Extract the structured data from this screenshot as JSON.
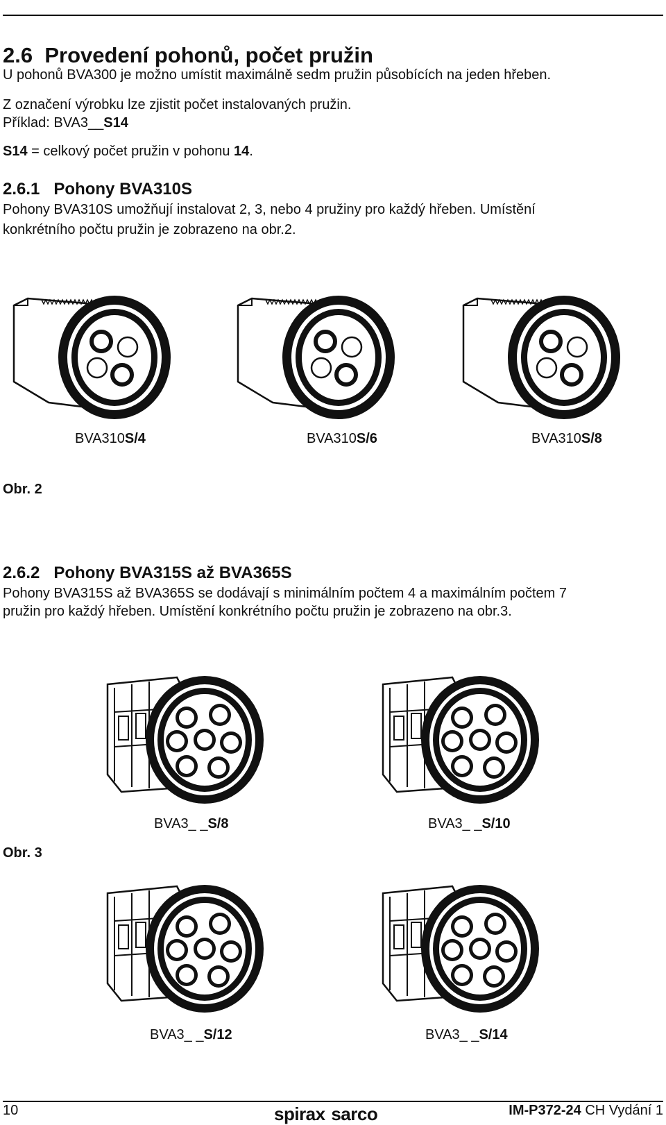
{
  "section": {
    "number": "2.6",
    "title": "Provedení pohonů, počet pružin",
    "line1": "U pohonů BVA300 je možno umístit maximálně sedm pružin působících na jeden hřeben.",
    "line2": "Z označení výrobku lze zjistit počet instalovaných pružin.",
    "example_label": "Příklad: BVA3__",
    "example_code": "S14",
    "def_code": "S14",
    "def_text": " = celkový počet pružin v pohonu ",
    "def_count": "14",
    "def_end": "."
  },
  "sub1": {
    "number": "2.6.1",
    "title": "Pohony BVA310S",
    "line1": "Pohony BVA310S umožňují instalovat 2, 3, nebo 4 pružiny pro každý hřeben. Umístění",
    "line2": "konkrétního počtu pružin je zobrazeno na obr.2."
  },
  "fig2": {
    "label": "Obr. 2",
    "items": [
      {
        "prefix": "BVA310",
        "suffix": "S/4"
      },
      {
        "prefix": "BVA310",
        "suffix": "S/6"
      },
      {
        "prefix": "BVA310",
        "suffix": "S/8"
      }
    ]
  },
  "sub2": {
    "number": "2.6.2",
    "title": "Pohony BVA315S až BVA365S",
    "line1": "Pohony BVA315S až BVA365S se dodávají s minimálním počtem 4 a maximálním počtem 7",
    "line2": "pružin pro každý hřeben. Umístění konkrétního počtu pružin je zobrazeno na obr.3."
  },
  "fig3": {
    "label": "Obr. 3",
    "items": [
      {
        "prefix": "BVA3_ _",
        "suffix": "S/8"
      },
      {
        "prefix": "BVA3_ _",
        "suffix": "S/10"
      },
      {
        "prefix": "BVA3_ _",
        "suffix": "S/12"
      },
      {
        "prefix": "BVA3_ _",
        "suffix": "S/14"
      }
    ]
  },
  "footer": {
    "page": "10",
    "logo_top": "spirax",
    "logo_bottom": "sarco",
    "doc_code": "IM-P372-24",
    "doc_edition": "CH Vydání 1"
  }
}
